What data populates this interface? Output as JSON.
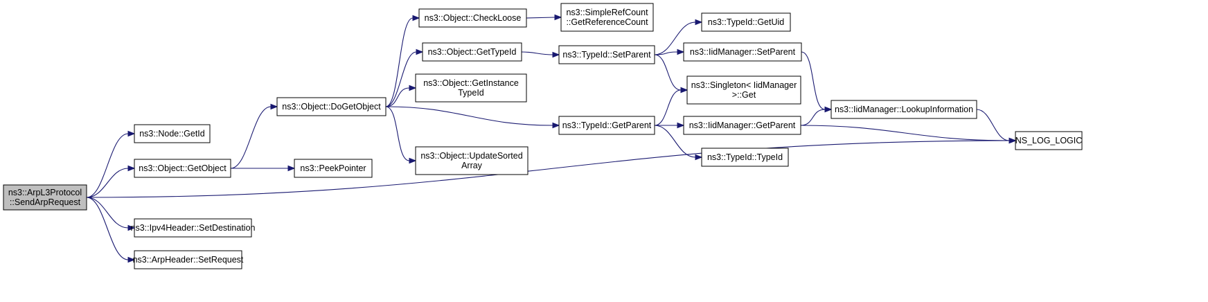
{
  "colors": {
    "edge": "#191970",
    "node_fill": "#ffffff",
    "root_fill": "#bfbfbf",
    "node_border": "#000000"
  },
  "nodes": [
    {
      "id": "root",
      "lines": [
        "ns3::ArpL3Protocol",
        "::SendArpRequest"
      ],
      "root": true
    },
    {
      "id": "getid",
      "lines": [
        "ns3::Node::GetId"
      ]
    },
    {
      "id": "getobject",
      "lines": [
        "ns3::Object::GetObject"
      ]
    },
    {
      "id": "setdest",
      "lines": [
        "ns3::Ipv4Header::SetDestination"
      ]
    },
    {
      "id": "setrequest",
      "lines": [
        "ns3::ArpHeader::SetRequest"
      ]
    },
    {
      "id": "dogetobject",
      "lines": [
        "ns3::Object::DoGetObject"
      ]
    },
    {
      "id": "peekpointer",
      "lines": [
        "ns3::PeekPointer"
      ]
    },
    {
      "id": "checkloose",
      "lines": [
        "ns3::Object::CheckLoose"
      ]
    },
    {
      "id": "gettypeid",
      "lines": [
        "ns3::Object::GetTypeId"
      ]
    },
    {
      "id": "getinstancetypeid",
      "lines": [
        "ns3::Object::GetInstance",
        "TypeId"
      ]
    },
    {
      "id": "updatesorted",
      "lines": [
        "ns3::Object::UpdateSorted",
        "Array"
      ]
    },
    {
      "id": "getrefcount",
      "lines": [
        "ns3::SimpleRefCount",
        "::GetReferenceCount"
      ]
    },
    {
      "id": "tid_setparent",
      "lines": [
        "ns3::TypeId::SetParent"
      ]
    },
    {
      "id": "tid_getparent",
      "lines": [
        "ns3::TypeId::GetParent"
      ]
    },
    {
      "id": "getuid",
      "lines": [
        "ns3::TypeId::GetUid"
      ]
    },
    {
      "id": "iid_setparent",
      "lines": [
        "ns3::IidManager::SetParent"
      ]
    },
    {
      "id": "singleton",
      "lines": [
        "ns3::Singleton< IidManager",
        " >::Get"
      ]
    },
    {
      "id": "iid_getparent",
      "lines": [
        "ns3::IidManager::GetParent"
      ]
    },
    {
      "id": "typeid_ctor",
      "lines": [
        "ns3::TypeId::TypeId"
      ]
    },
    {
      "id": "lookup",
      "lines": [
        "ns3::IidManager::LookupInformation"
      ]
    },
    {
      "id": "nslog",
      "lines": [
        "NS_LOG_LOGIC"
      ]
    }
  ],
  "edges": [
    [
      "root",
      "getid"
    ],
    [
      "root",
      "getobject"
    ],
    [
      "root",
      "setdest"
    ],
    [
      "root",
      "setrequest"
    ],
    [
      "root",
      "nslog"
    ],
    [
      "getobject",
      "dogetobject"
    ],
    [
      "getobject",
      "peekpointer"
    ],
    [
      "dogetobject",
      "checkloose"
    ],
    [
      "dogetobject",
      "gettypeid"
    ],
    [
      "dogetobject",
      "getinstancetypeid"
    ],
    [
      "dogetobject",
      "updatesorted"
    ],
    [
      "dogetobject",
      "tid_getparent"
    ],
    [
      "checkloose",
      "getrefcount"
    ],
    [
      "gettypeid",
      "tid_setparent"
    ],
    [
      "tid_setparent",
      "getuid"
    ],
    [
      "tid_setparent",
      "iid_setparent"
    ],
    [
      "tid_setparent",
      "singleton"
    ],
    [
      "tid_getparent",
      "singleton"
    ],
    [
      "tid_getparent",
      "iid_getparent"
    ],
    [
      "tid_getparent",
      "typeid_ctor"
    ],
    [
      "iid_setparent",
      "lookup"
    ],
    [
      "iid_getparent",
      "lookup"
    ],
    [
      "iid_getparent",
      "nslog"
    ],
    [
      "lookup",
      "nslog"
    ]
  ]
}
